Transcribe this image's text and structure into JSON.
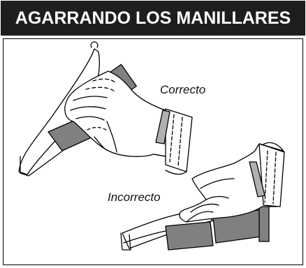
{
  "header": {
    "title": "AGARRANDO LOS MANILLARES"
  },
  "labels": {
    "correct": "Correcto",
    "incorrect": "Incorrecto"
  },
  "colors": {
    "header_bg": "#1e1e1e",
    "grip_gray": "#808080",
    "band_gray": "#b0b0b0"
  }
}
